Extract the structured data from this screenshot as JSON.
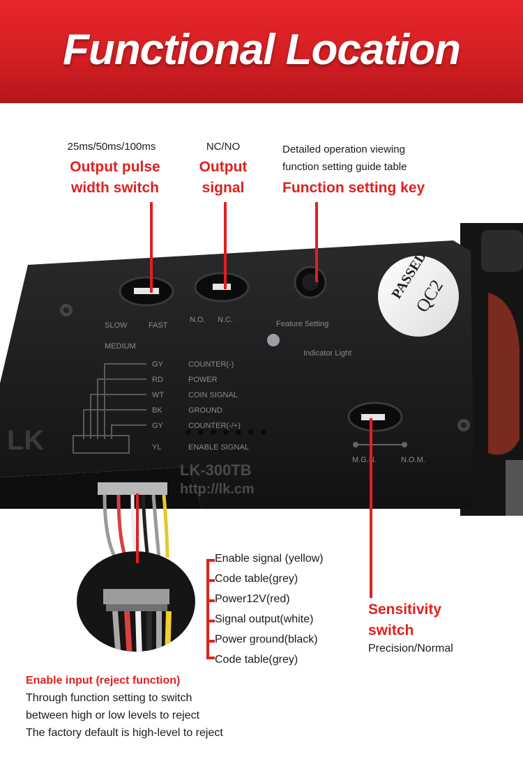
{
  "banner": {
    "title": "Functional Location"
  },
  "callouts": {
    "pulse": {
      "note": "25ms/50ms/100ms",
      "line1": "Output pulse",
      "line2": "width switch"
    },
    "signal": {
      "note": "NC/NO",
      "line1": "Output",
      "line2": "signal"
    },
    "function_key": {
      "note1": "Detailed operation viewing",
      "note2": "function setting guide table",
      "title": "Function setting key"
    },
    "sensitivity": {
      "line1": "Sensitivity",
      "line2": "switch",
      "note": "Precision/Normal"
    }
  },
  "wires": [
    "Enable signal (yellow)",
    "Code table(grey)",
    "Power12V(red)",
    "Signal output(white)",
    "Power ground(black)",
    "Code table(grey)"
  ],
  "enable_input": {
    "title": "Enable input (reject function)",
    "lines": [
      "Through function setting to switch",
      "between high or low levels to reject",
      "The factory default is high-level to reject"
    ]
  },
  "device_print": {
    "slow": "SLOW",
    "medium": "MEDIUM",
    "fast": "FAST",
    "no": "N.O.",
    "nc": "N.C.",
    "feature": "Feature Setting",
    "indicator": "Indicator Light",
    "wire_labels": [
      "GY",
      "RD",
      "WT",
      "BK",
      "GY",
      "YL"
    ],
    "wire_texts": [
      "COUNTER(-)",
      "POWER",
      "COIN SIGNAL",
      "GROUND",
      "COUNTER(-/+)",
      "ENABLE SIGNAL"
    ],
    "model": "LK-300TB",
    "url": "http://lk.cm",
    "mgn": "M.G.N.",
    "nom": "N.O.M.",
    "sticker_top": "PASSED",
    "sticker_bottom": "QC2",
    "brand": "LK"
  },
  "colors": {
    "accent": "#e0201e",
    "device_body": "#1c1c1e"
  }
}
